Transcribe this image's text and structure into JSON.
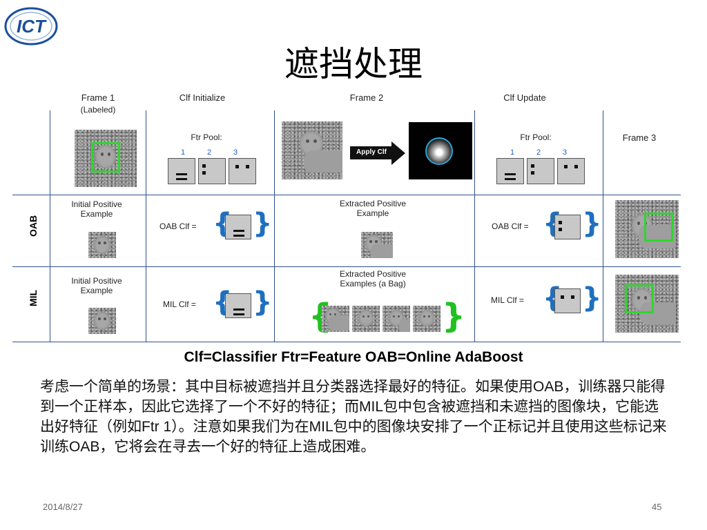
{
  "title": "遮挡处理",
  "headers": {
    "frame1": "Frame 1",
    "frame1_sub": "(Labeled)",
    "clf_init": "Clf Initialize",
    "frame2": "Frame 2",
    "clf_update": "Clf Update",
    "frame3": "Frame 3"
  },
  "ftr_pool_label": "Ftr Pool:",
  "pool_numbers": [
    "1",
    "2",
    "3"
  ],
  "apply_clf": "Apply Clf",
  "rows": {
    "oab": {
      "label": "OAB",
      "initial": "Initial Positive Example",
      "extracted": "Extracted Positive Example",
      "clf_init_label": "OAB Clf =",
      "clf_update_label": "OAB Clf ="
    },
    "mil": {
      "label": "MIL",
      "initial": "Initial Positive Example",
      "extracted": "Extracted Positive Examples (a Bag)",
      "clf_init_label": "MIL Clf =",
      "clf_update_label": "MIL Clf ="
    }
  },
  "definitions": "Clf=Classifier  Ftr=Feature  OAB=Online AdaBoost",
  "paragraph": "考虑一个简单的场景：其中目标被遮挡并且分类器选择最好的特征。如果使用OAB，训练器只能得到一个正样本，因此它选择了一个不好的特征；而MIL包中包含被遮挡和未遮挡的图像块，它能选出好特征（例如Ftr 1）。注意如果我们为在MIL包中的图像块安排了一个正标记并且使用这些标记来训练OAB，它将会在寻去一个好的特征上造成困难。",
  "footer": {
    "date": "2014/8/27",
    "page": "45"
  },
  "colors": {
    "green_box": "#2fd62f",
    "blue_brace": "#1f6fbf",
    "grid": "#2f4f8f"
  }
}
